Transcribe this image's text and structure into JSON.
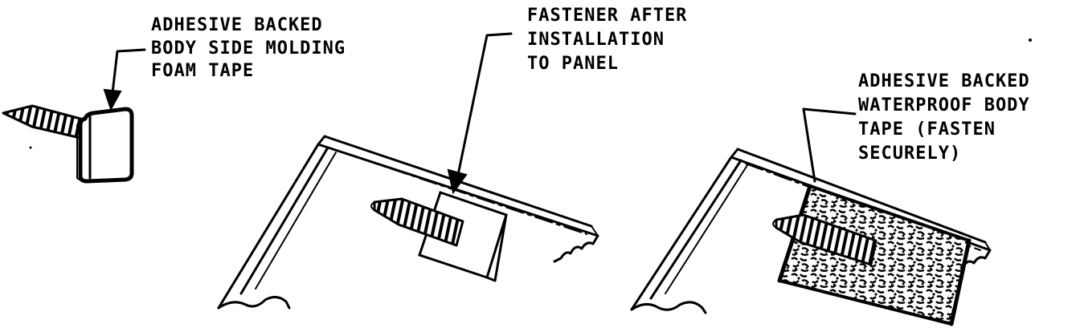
{
  "labels": {
    "foam_tape": [
      "ADHESIVE BACKED",
      "BODY SIDE MOLDING",
      "FOAM TAPE"
    ],
    "fastener": [
      "FASTENER AFTER",
      "INSTALLATION",
      "TO PANEL"
    ],
    "waterproof_tape": [
      "ADHESIVE BACKED",
      "WATERPROOF BODY",
      "TAPE (FASTEN",
      "SECURELY)"
    ]
  }
}
